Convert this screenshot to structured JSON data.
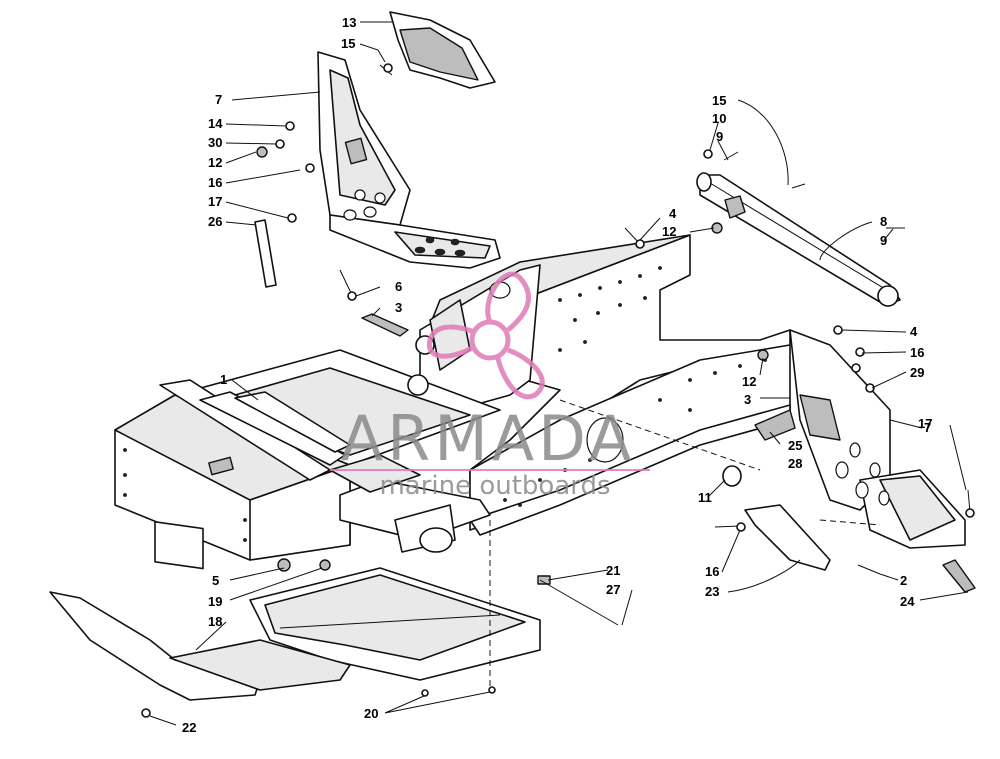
{
  "labels": {
    "l13": "13",
    "l15a": "15",
    "l7a": "7",
    "l14": "14",
    "l30": "30",
    "l12a": "12",
    "l16a": "16",
    "l17a": "17",
    "l26": "26",
    "l6": "6",
    "l3a": "3",
    "l1": "1",
    "l15b": "15",
    "l10": "10",
    "l9a": "9",
    "l4a": "4",
    "l12b": "12",
    "l8": "8",
    "l9b": "9",
    "l4b": "4",
    "l16b": "16",
    "l29": "29",
    "l12c": "12",
    "l3b": "3",
    "l7b": "7",
    "l17b": "17",
    "l25": "25",
    "l28": "28",
    "l11": "11",
    "l5": "5",
    "l19": "19",
    "l18": "18",
    "l21": "21",
    "l27": "27",
    "l16c": "16",
    "l23": "23",
    "l2": "2",
    "l24": "24",
    "l22": "22",
    "l20": "20"
  },
  "watermark": {
    "brand": "ARMADA",
    "tagline": "marine outboards",
    "logo_color": "#e07ab8",
    "text_color": "#8a8a8a"
  }
}
